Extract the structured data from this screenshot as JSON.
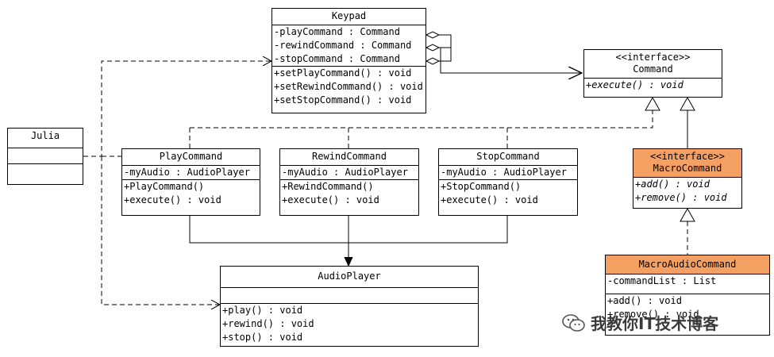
{
  "classes": {
    "keypad": {
      "name": "Keypad",
      "attributes": [
        "-playCommand : Command",
        "-rewindCommand : Command",
        "-stopCommand : Command"
      ],
      "operations": [
        "+setPlayCommand() : void",
        "+setRewindCommand() : void",
        "+setStopCommand() : void"
      ]
    },
    "command": {
      "stereotype": "<<interface>>",
      "name": "Command",
      "operations": [
        "+execute() : void"
      ]
    },
    "julia": {
      "name": "Julia"
    },
    "play_command": {
      "name": "PlayCommand",
      "attributes": [
        "-myAudio : AudioPlayer"
      ],
      "operations": [
        "+PlayCommand()",
        "+execute() : void"
      ]
    },
    "rewind_command": {
      "name": "RewindCommand",
      "attributes": [
        "-myAudio : AudioPlayer"
      ],
      "operations": [
        "+RewindCommand()",
        "+execute() : void"
      ]
    },
    "stop_command": {
      "name": "StopCommand",
      "attributes": [
        "-myAudio : AudioPlayer"
      ],
      "operations": [
        "+StopCommand()",
        "+execute() : void"
      ]
    },
    "macro_command": {
      "stereotype": "<<interface>>",
      "name": "MacroCommand",
      "operations": [
        "+add() : void",
        "+remove() : void"
      ]
    },
    "audio_player": {
      "name": "AudioPlayer",
      "operations": [
        "+play() : void",
        "+rewind() : void",
        "+stop() : void"
      ]
    },
    "macro_audio_command": {
      "name": "MacroAudioCommand",
      "attributes": [
        "-commandList : List"
      ],
      "operations": [
        "+add() : void",
        "+remove() : void"
      ]
    }
  },
  "colors": {
    "highlight": "#f5a063",
    "line": "#000000"
  },
  "watermark": {
    "text": "我教你IT技术博客",
    "icon": "wechat-icon"
  }
}
